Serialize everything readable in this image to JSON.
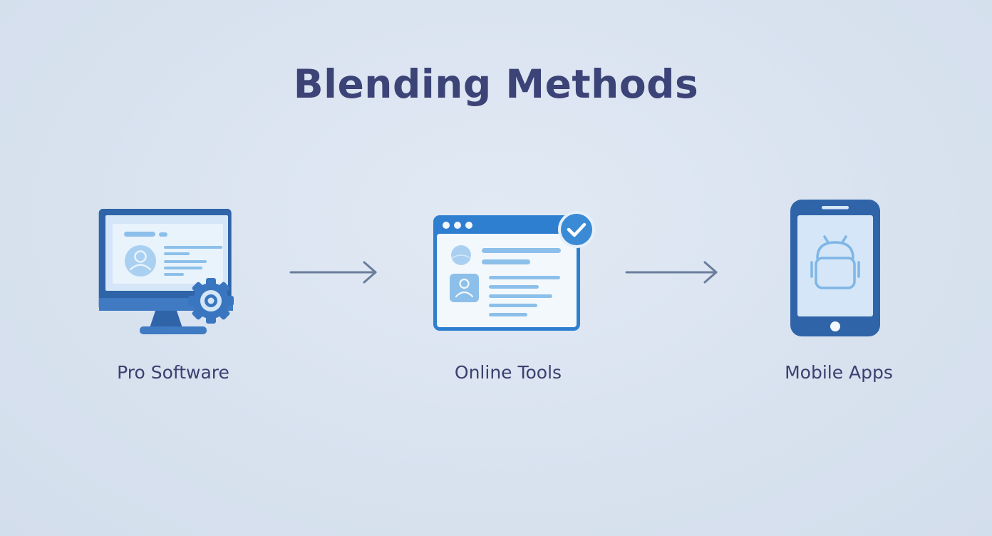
{
  "title": "Blending Methods",
  "colors": {
    "background": "#d9e3f0",
    "title": "#3c4377",
    "label": "#3a4170",
    "icon_dark": "#2f64a8",
    "icon_mid": "#4c8fd6",
    "icon_light": "#8cc0ea",
    "arrow": "#6a7d9c"
  },
  "steps": [
    {
      "label": "Pro Software",
      "icon": "desktop-monitor-gear-icon"
    },
    {
      "label": "Online Tools",
      "icon": "browser-window-check-icon"
    },
    {
      "label": "Mobile Apps",
      "icon": "smartphone-android-icon"
    }
  ],
  "connectors": [
    {
      "from": "Pro Software",
      "to": "Online Tools",
      "icon": "arrow-right-icon"
    },
    {
      "from": "Online Tools",
      "to": "Mobile Apps",
      "icon": "arrow-right-icon"
    }
  ]
}
